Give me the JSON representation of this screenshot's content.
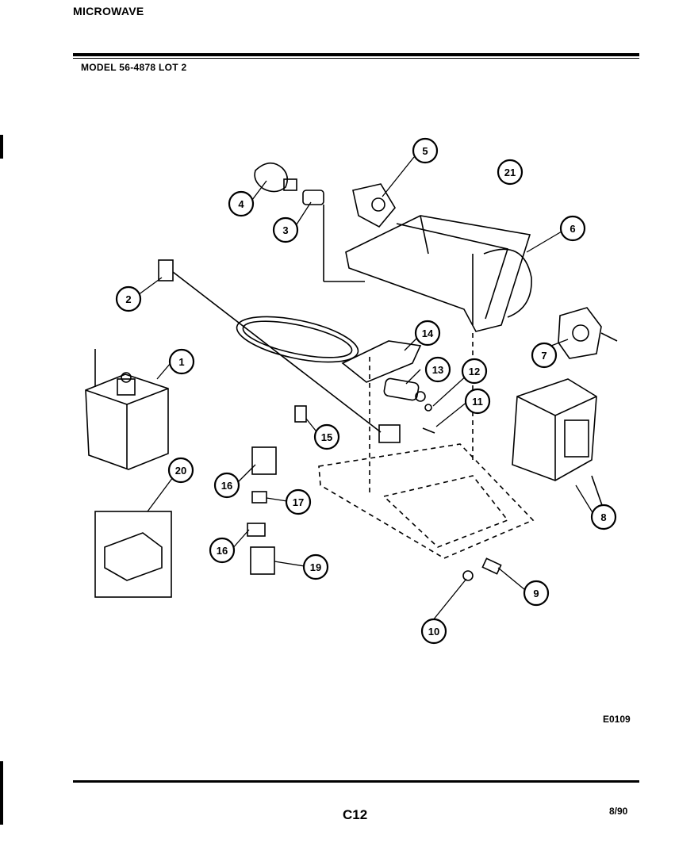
{
  "header": {
    "category": "MICROWAVE",
    "model": "MODEL 56-4878 LOT 2"
  },
  "footer": {
    "reference_code": "E0109",
    "page": "C12",
    "date": "8/90"
  },
  "callouts": [
    {
      "id": "1",
      "label": "1"
    },
    {
      "id": "2",
      "label": "2"
    },
    {
      "id": "3",
      "label": "3"
    },
    {
      "id": "4",
      "label": "4"
    },
    {
      "id": "5",
      "label": "5"
    },
    {
      "id": "6",
      "label": "6"
    },
    {
      "id": "7",
      "label": "7"
    },
    {
      "id": "8",
      "label": "8"
    },
    {
      "id": "9",
      "label": "9"
    },
    {
      "id": "10",
      "label": "10"
    },
    {
      "id": "11",
      "label": "11"
    },
    {
      "id": "12",
      "label": "12"
    },
    {
      "id": "13",
      "label": "13"
    },
    {
      "id": "14",
      "label": "14"
    },
    {
      "id": "15",
      "label": "15"
    },
    {
      "id": "16a",
      "label": "16"
    },
    {
      "id": "17",
      "label": "17"
    },
    {
      "id": "16b",
      "label": "16"
    },
    {
      "id": "19",
      "label": "19"
    },
    {
      "id": "20",
      "label": "20"
    },
    {
      "id": "21",
      "label": "21"
    }
  ]
}
